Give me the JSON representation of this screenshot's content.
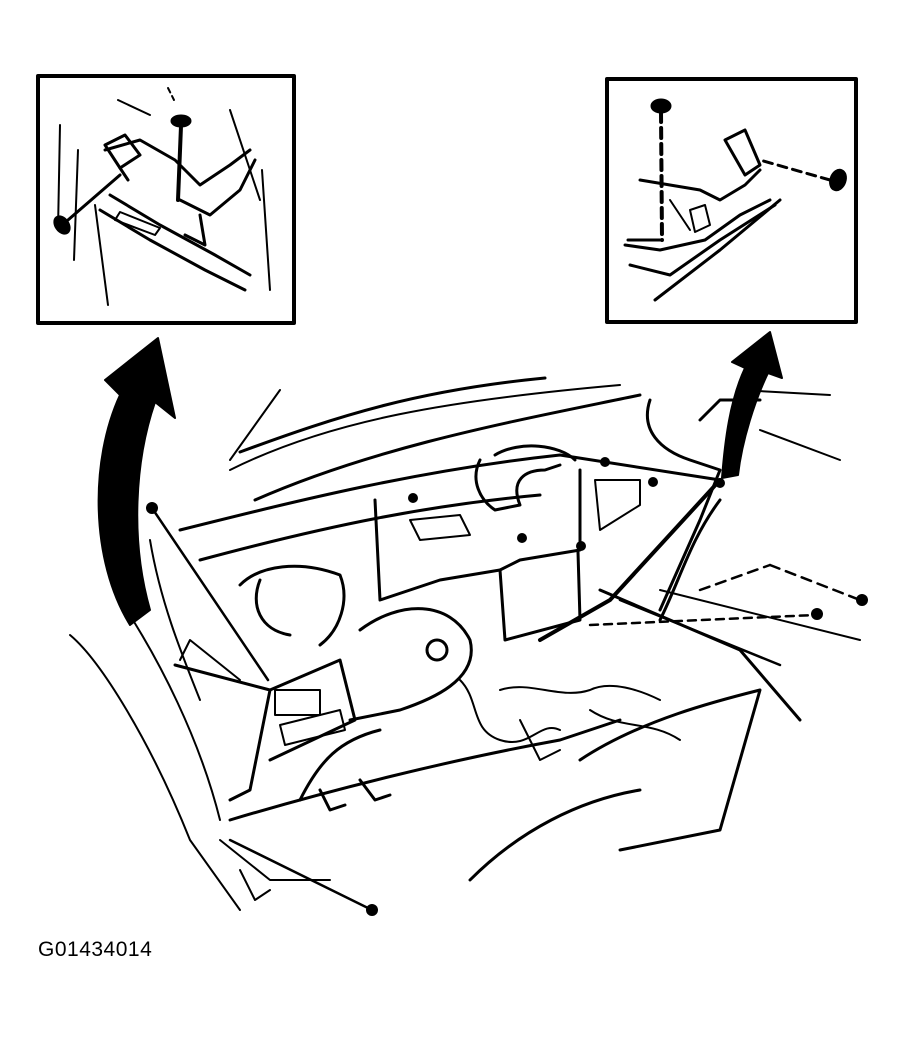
{
  "figure": {
    "id_label": "G01434014",
    "line_color": "#000000",
    "background": "#ffffff"
  },
  "callouts": [
    {
      "name": "left-detail-inset",
      "icon": "fastener-bracket-detail"
    },
    {
      "name": "right-detail-inset",
      "icon": "fastener-bracket-detail"
    }
  ]
}
